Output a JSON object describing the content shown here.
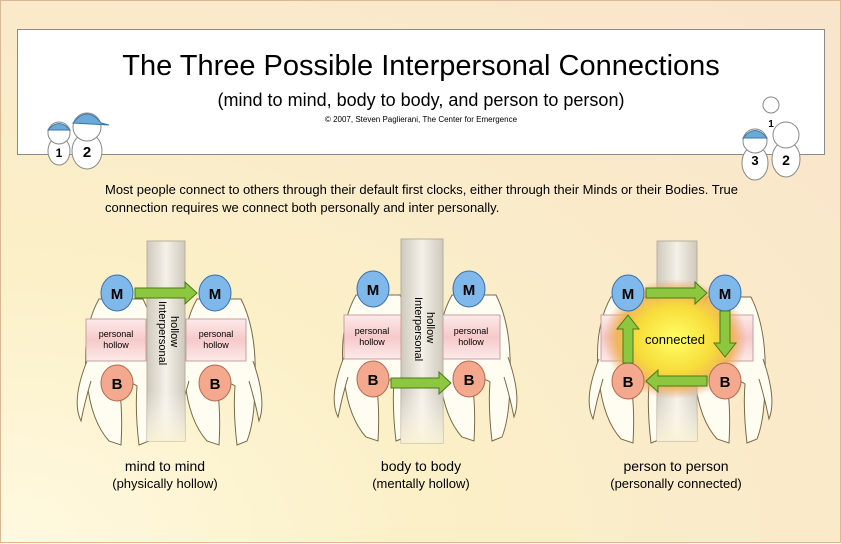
{
  "title": "The Three Possible Interpersonal Connections",
  "subtitle": "(mind to mind, body to body, and person to person)",
  "copyright": "© 2007, Steven Paglierani, The Center for Emergence",
  "intro": "Most people connect to others through their default first clocks, either through their Minds or their Bodies. True connection requires we connect both personally and inter personally.",
  "labels": {
    "M": "M",
    "B": "B",
    "personal": "personal",
    "hollow": "hollow",
    "interpersonal": "Interpersonal",
    "connected": "connected"
  },
  "panels": [
    {
      "title": "mind to mind",
      "subtitle": "(physically hollow)"
    },
    {
      "title": "body to body",
      "subtitle": "(mentally hollow)"
    },
    {
      "title": "person to person",
      "subtitle": "(personally connected)"
    }
  ],
  "colors": {
    "mind": "#7fb8ea",
    "body": "#f4a98e",
    "arrow": "#8dc63f",
    "glow": "#f7dc3a"
  },
  "icons": [
    "mascot-left-icon",
    "mascot-right-icon"
  ]
}
